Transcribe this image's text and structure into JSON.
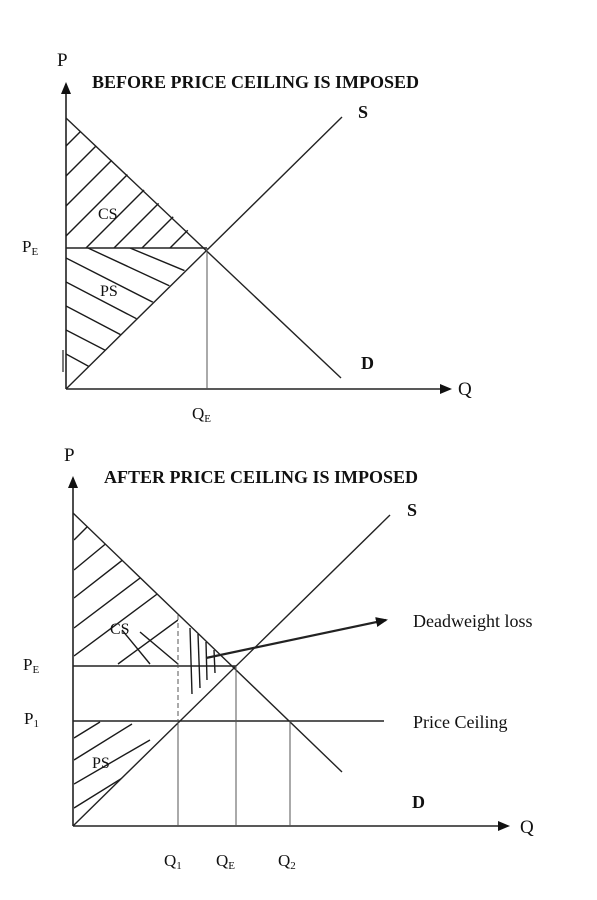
{
  "diagram_before": {
    "title": "BEFORE PRICE CEILING IS IMPOSED",
    "y_axis": "P",
    "x_axis": "Q",
    "supply": "S",
    "demand": "D",
    "price_label": "P",
    "price_sub": "E",
    "qty_label": "Q",
    "qty_sub": "E",
    "consumer_surplus": "CS",
    "producer_surplus": "PS"
  },
  "diagram_after": {
    "title": "AFTER PRICE CEILING IS IMPOSED",
    "y_axis": "P",
    "x_axis": "Q",
    "supply": "S",
    "demand": "D",
    "pe_label": "P",
    "pe_sub": "E",
    "p1_label": "P",
    "p1_sub": "1",
    "q1_label": "Q",
    "q1_sub": "1",
    "qe_label": "Q",
    "qe_sub": "E",
    "q2_label": "Q",
    "q2_sub": "2",
    "consumer_surplus": "CS",
    "producer_surplus": "PS",
    "deadweight_loss": "Deadweight loss",
    "price_ceiling": "Price Ceiling"
  }
}
